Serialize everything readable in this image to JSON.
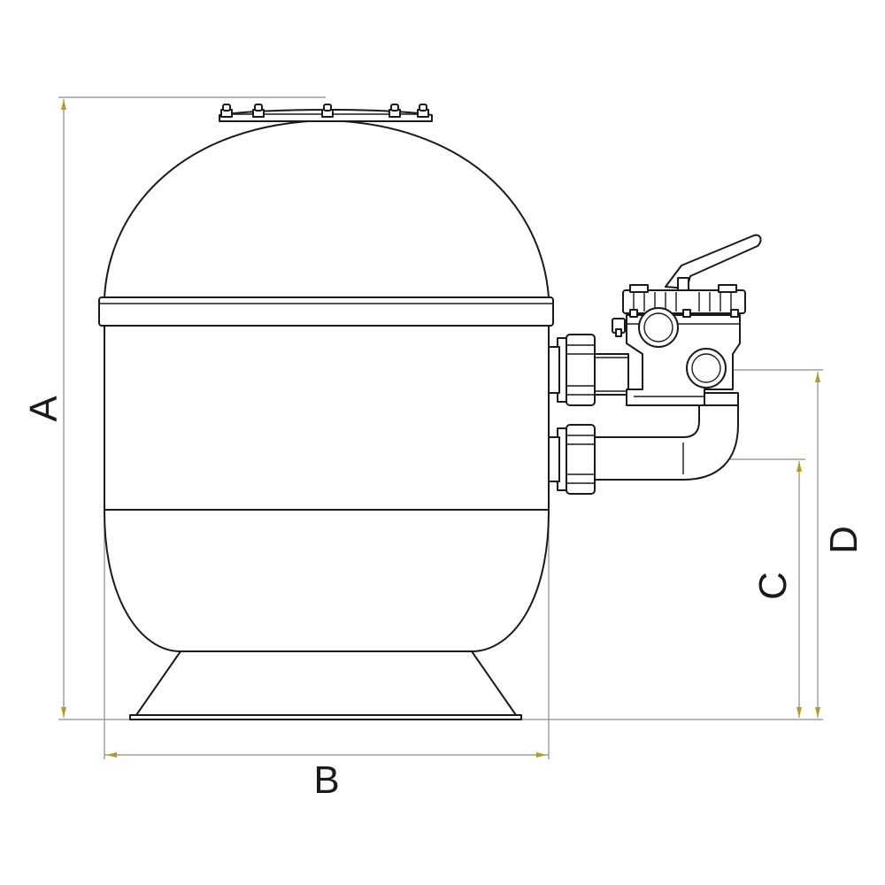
{
  "dimensions": {
    "a": "A",
    "b": "B",
    "c": "C",
    "d": "D"
  },
  "colors": {
    "line": "#1a1a1a",
    "dimension_line": "#8a8a8a",
    "arrowhead": "#b59b2a",
    "background": "#ffffff"
  }
}
